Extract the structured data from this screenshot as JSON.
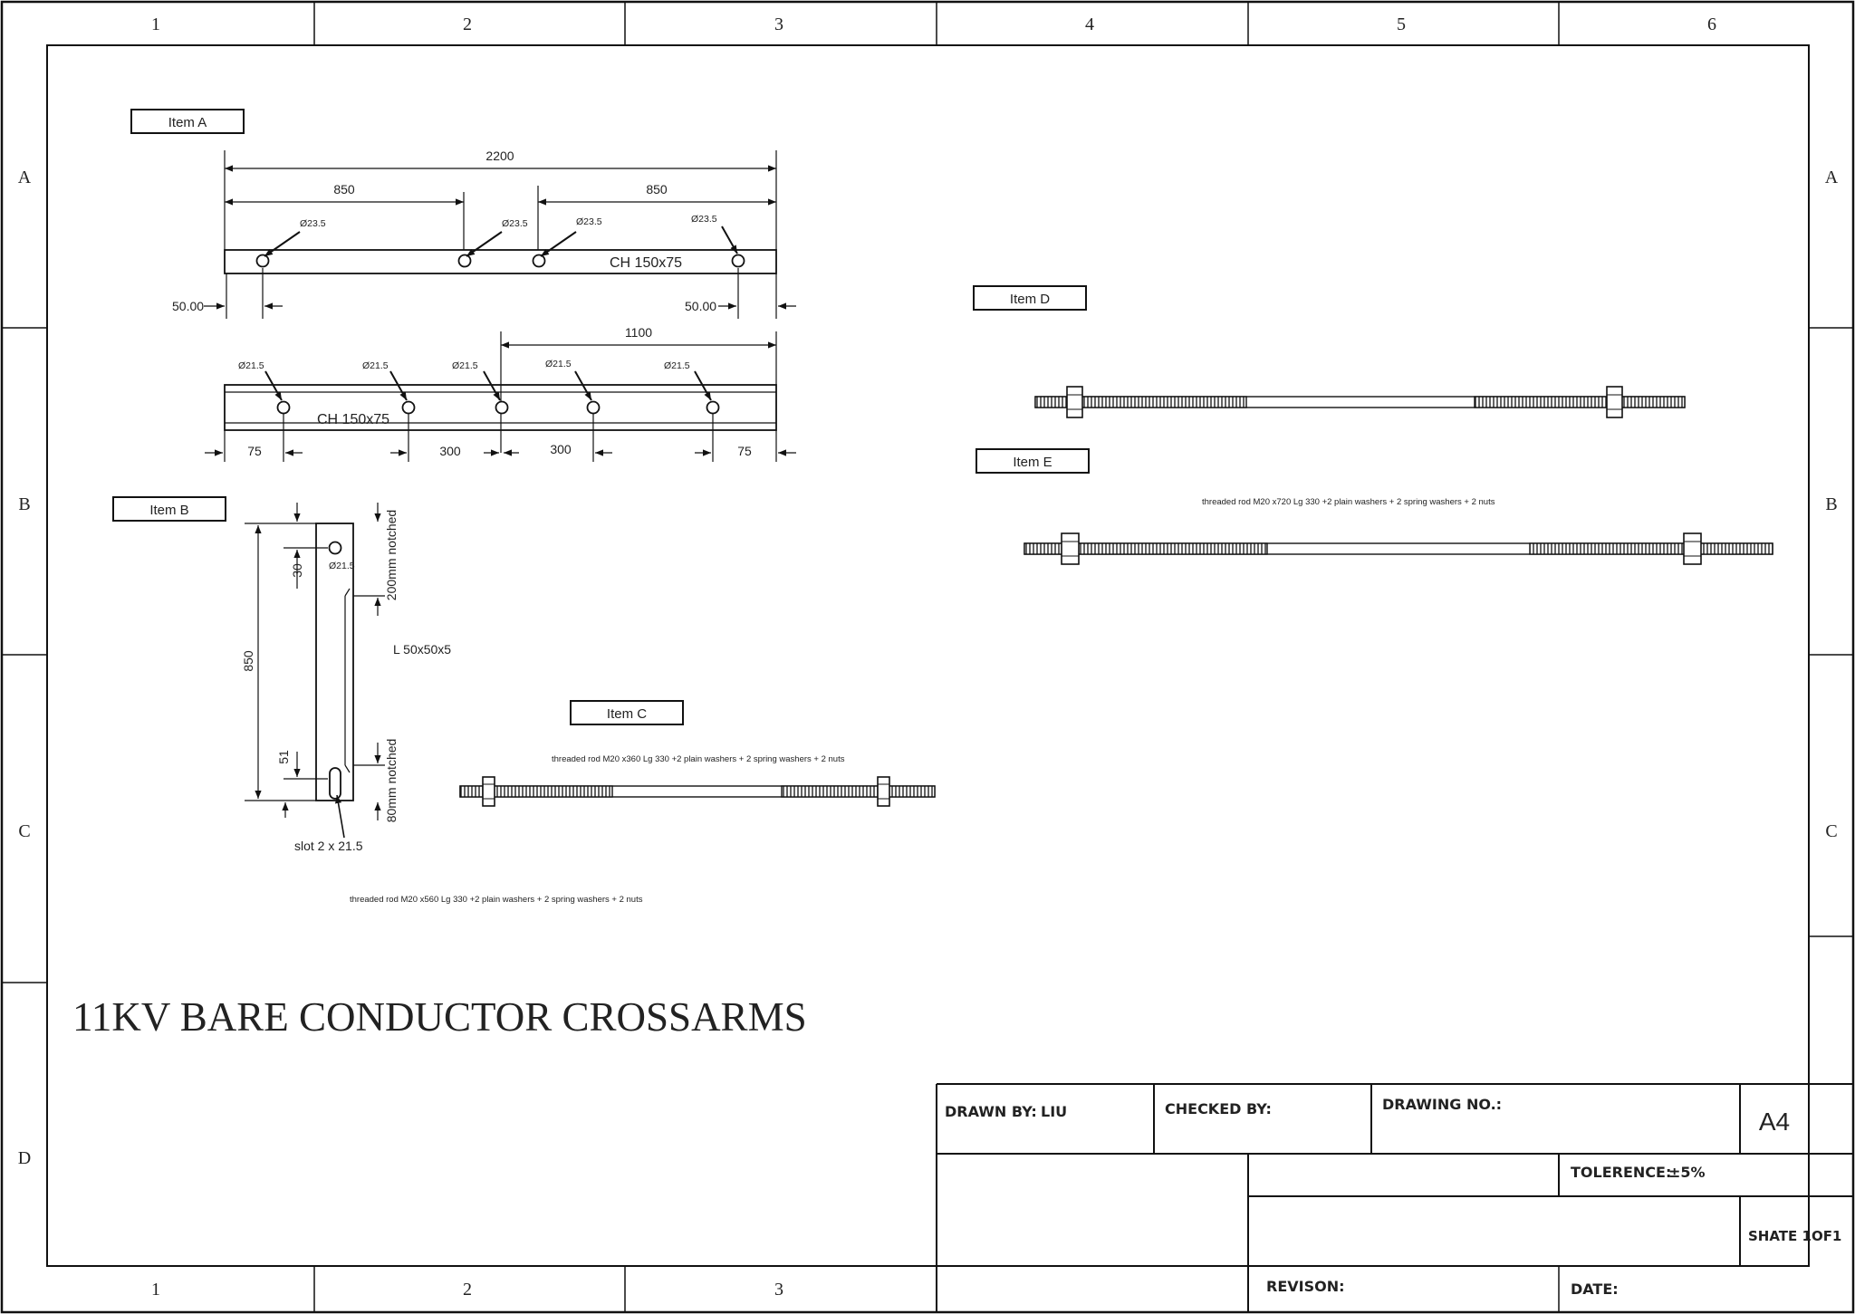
{
  "frame": {
    "columns": [
      "1",
      "2",
      "3",
      "4",
      "5",
      "6"
    ],
    "rows": [
      "A",
      "B",
      "C",
      "D"
    ]
  },
  "drawing_title": "11KV BARE CONDUCTOR CROSSARMS",
  "item_a": {
    "tag": "Item A",
    "top_view": {
      "dim_total": "2200",
      "dim_left": "850",
      "dim_right": "850",
      "holes": [
        "Ø23.5",
        "Ø23.5",
        "Ø23.5",
        "Ø23.5"
      ],
      "section_label": "CH 150x75",
      "end_left": "50.00",
      "end_right": "50.00"
    },
    "front_view": {
      "dim_half": "1100",
      "holes": [
        "Ø21.5",
        "Ø21.5",
        "Ø21.5",
        "Ø21.5",
        "Ø21.5"
      ],
      "section_label": "CH 150x75",
      "dims_bottom": [
        "75",
        "300",
        "300",
        "75"
      ]
    }
  },
  "item_b": {
    "tag": "Item B",
    "length": "850",
    "top_offset": "30",
    "hole": "Ø21.5",
    "notch_top": "200mm notched",
    "section_label": "L 50x50x5",
    "bottom_offset": "51",
    "notch_bottom": "80mm notched",
    "slot": "slot 2 x 21.5"
  },
  "item_c": {
    "tag": "Item C",
    "description": "threaded rod M20 x360 Lg 330 +2 plain washers + 2 spring washers + 2 nuts"
  },
  "bottom_note": "threaded rod M20 x560 Lg 330 +2 plain washers + 2 spring washers + 2 nuts",
  "item_d": {
    "tag": "Item D"
  },
  "item_e": {
    "tag": "Item E",
    "description": "threaded rod M20 x720 Lg 330 +2 plain washers + 2 spring washers + 2 nuts"
  },
  "title_block": {
    "drawn_by_label": "DRAWN BY:",
    "drawn_by": "LIU",
    "checked_by_label": "CHECKED BY:",
    "drawing_no_label": "DRAWING NO.:",
    "size": "A4",
    "tolerance_label": "TOLERENCE:",
    "tolerance": "±5%",
    "sheet": "SHATE 1OF1",
    "revision_label": "REVISON:",
    "date_label": "DATE:"
  }
}
